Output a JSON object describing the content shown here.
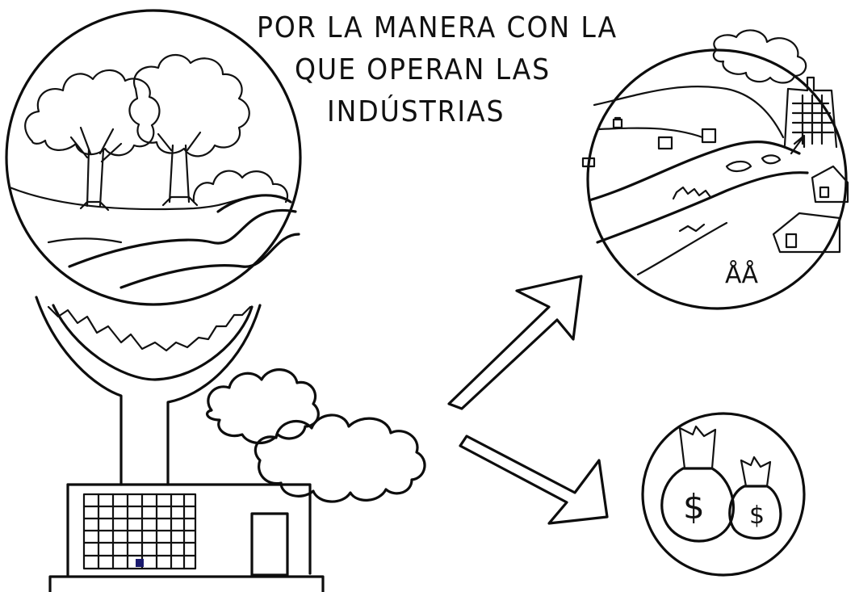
{
  "title": {
    "line1": "POR LA MANERA CON LA",
    "line2": "QUE OPERAN LAS",
    "line3": "INDÚSTRIAS"
  },
  "money": {
    "symbol_large": "$",
    "symbol_small": "$"
  },
  "people": {
    "label": "ÅÅ"
  },
  "colors": {
    "ink": "#0d0d0d",
    "paper": "#ffffff",
    "door_accent": "#1a1a6e"
  }
}
